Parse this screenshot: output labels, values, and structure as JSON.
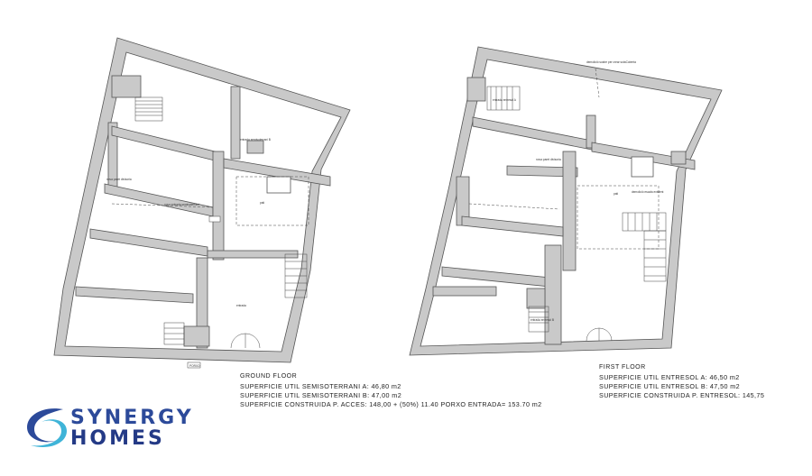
{
  "ground_floor": {
    "title": "GROUND FLOOR",
    "lines": [
      "SUPERFICIE UTIL SEMISOTERRANI A: 46,80 m2",
      "SUPERFICIE UTIL SEMISOTERRANI B: 47,00 m2",
      "SUPERFICIE CONSTRUIDA P. ACCES: 148,00 + (50%) 11.40 PORXO ENTRADA= 153.70 m2"
    ]
  },
  "first_floor": {
    "title": "FIRST FLOOR",
    "lines": [
      "SUPERFICIE UTIL ENTRESOL A: 46,50 m2",
      "SUPERFICIE UTIL ENTRESOL B: 47,50 m2",
      "SUPERFICIE CONSTRUIDA P. ENTRESOL: 145,75"
    ]
  },
  "plan_labels": {
    "g_semisoterrani_b": "entrada semisoterrani B",
    "g_nova_paret": "nova paret divisoria",
    "g_semisoterrani_a": "nova entrada semisoterrani",
    "g_pati": "pati",
    "g_entrada": "entrada",
    "g_porxo": "PORXO",
    "f_demolicio": "demolició sostre per crear sotaCoberta",
    "f_entresol_a": "entrada entresol A",
    "f_nova_paret": "nova paret divisoria",
    "f_pati": "pati",
    "f_demolicio_escala": "demolició escala existent",
    "f_entresol_b": "entrada entresol B"
  },
  "logo": {
    "line1": "SYNERGY",
    "line2": "HOMES",
    "colors": {
      "primary": "#2c4a9a",
      "accent": "#3fb4d8"
    }
  },
  "colors": {
    "wall": "#c9c9c9",
    "wall_stroke": "#555555",
    "line": "#333333"
  }
}
